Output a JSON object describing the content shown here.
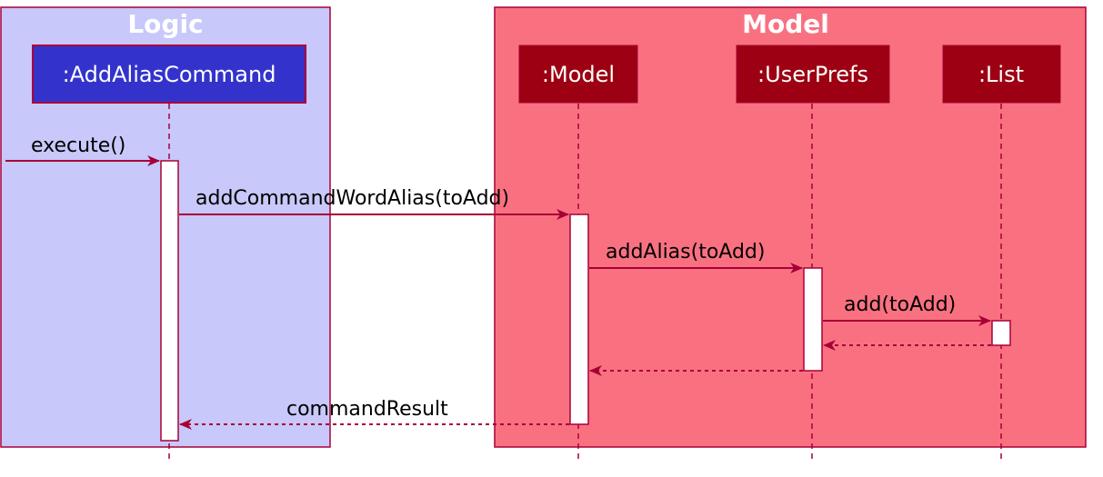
{
  "colors": {
    "logic_box": "#C8C8FA",
    "model_box": "#F97181",
    "logic_participant": "#3333CC",
    "model_participant": "#9D0012",
    "border": "#A80036",
    "arrow": "#A80036"
  },
  "boxes": {
    "logic": {
      "title": "Logic"
    },
    "model": {
      "title": "Model"
    }
  },
  "participants": {
    "add_alias_command": {
      "label": ":AddAliasCommand"
    },
    "model": {
      "label": ":Model"
    },
    "user_prefs": {
      "label": ":UserPrefs"
    },
    "list": {
      "label": ":List"
    }
  },
  "messages": {
    "execute": {
      "label": "execute()",
      "type": "call"
    },
    "add_command_word_alias": {
      "label": "addCommandWordAlias(toAdd)",
      "type": "call"
    },
    "add_alias": {
      "label": "addAlias(toAdd)",
      "type": "call"
    },
    "add": {
      "label": "add(toAdd)",
      "type": "call"
    },
    "return_list": {
      "label": "",
      "type": "return"
    },
    "return_user_prefs": {
      "label": "",
      "type": "return"
    },
    "command_result": {
      "label": "commandResult",
      "type": "return"
    }
  }
}
